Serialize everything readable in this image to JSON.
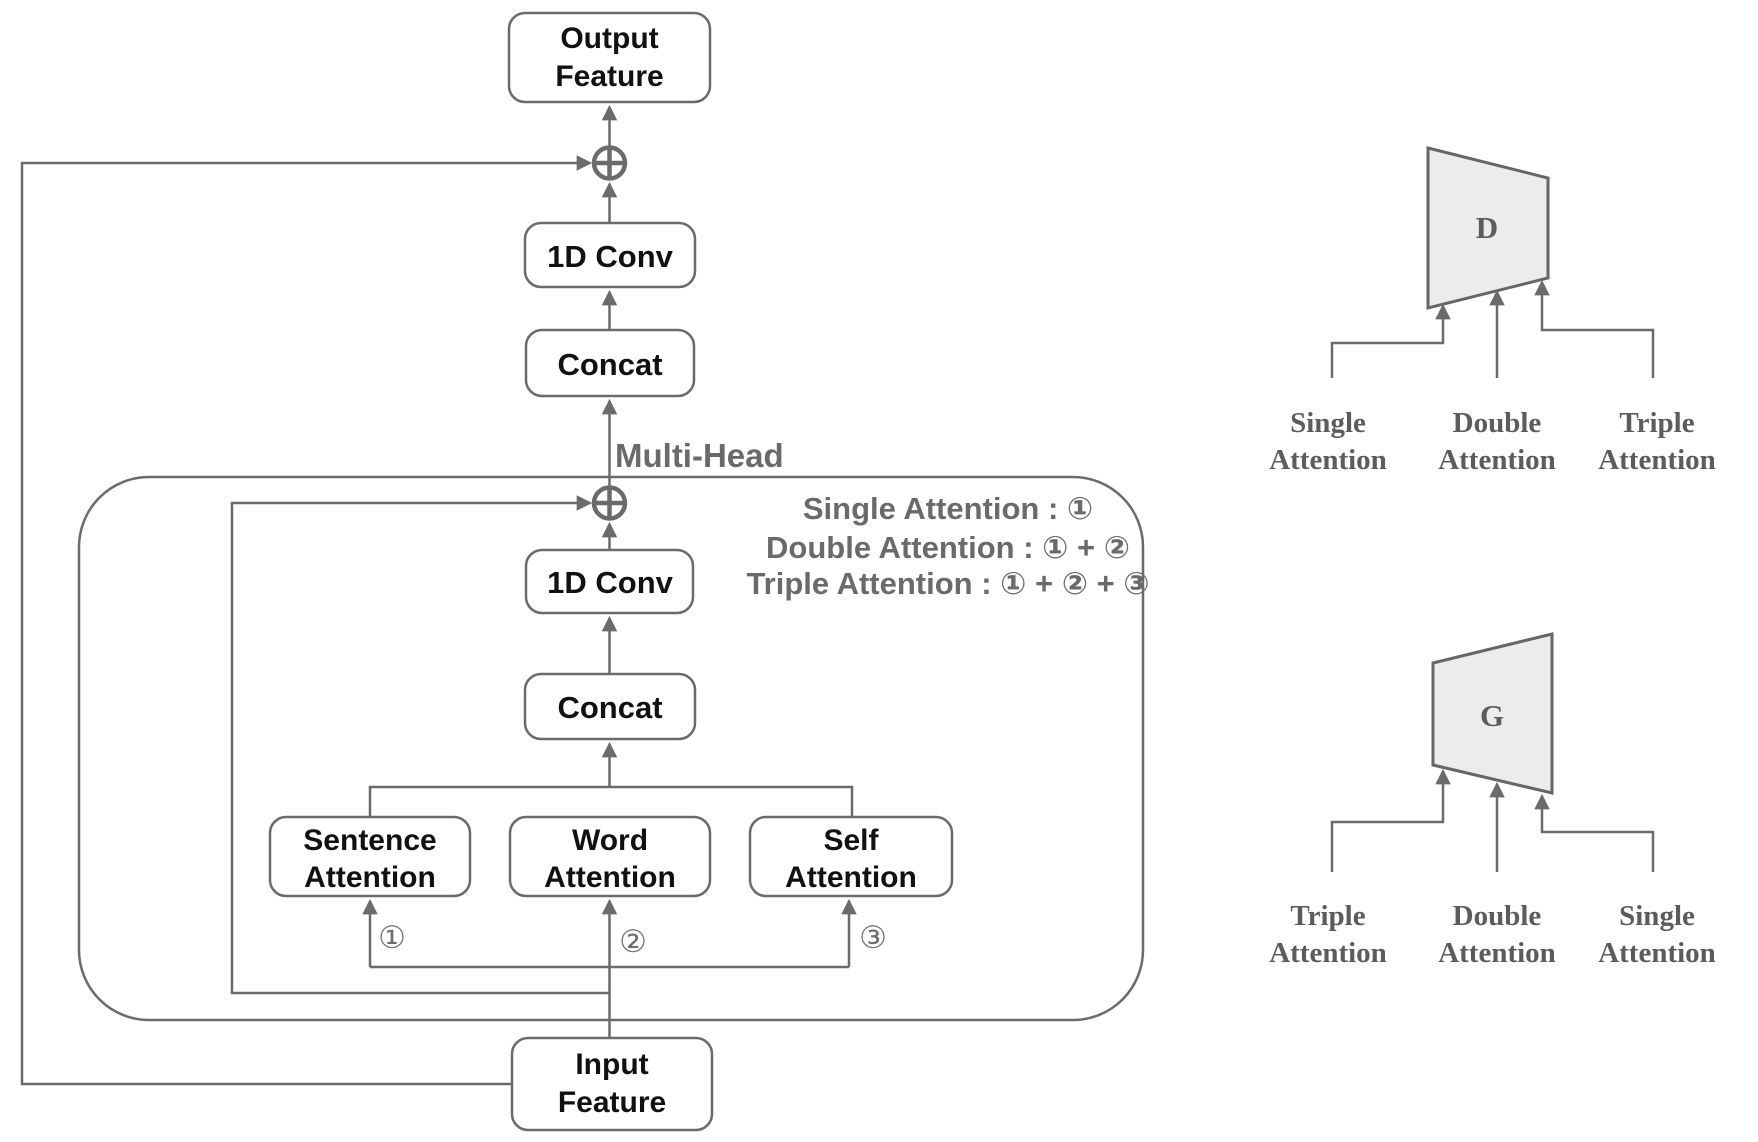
{
  "main": {
    "output_box": [
      "Output",
      "Feature"
    ],
    "top_conv": "1D Conv",
    "top_concat": "Concat",
    "multi_head": "Multi-Head",
    "legend": [
      "Single Attention : ①",
      "Double Attention : ① + ②",
      "Triple Attention : ① + ② + ③"
    ],
    "inner_conv": "1D Conv",
    "inner_concat": "Concat",
    "branches": [
      {
        "box": [
          "Sentence",
          "Attention"
        ],
        "tag": "①"
      },
      {
        "box": [
          "Word",
          "Attention"
        ],
        "tag": "②"
      },
      {
        "box": [
          "Self",
          "Attention"
        ],
        "tag": "③"
      }
    ],
    "input_box": [
      "Input",
      "Feature"
    ]
  },
  "discriminator": {
    "label": "D",
    "inputs": [
      [
        "Single",
        "Attention"
      ],
      [
        "Double",
        "Attention"
      ],
      [
        "Triple",
        "Attention"
      ]
    ]
  },
  "generator": {
    "label": "G",
    "inputs": [
      [
        "Triple",
        "Attention"
      ],
      [
        "Double",
        "Attention"
      ],
      [
        "Single",
        "Attention"
      ]
    ]
  },
  "colors": {
    "line": "#6b6b6b",
    "box_stroke": "#6b6b6b",
    "trapezoid_fill": "#ececec",
    "gray_text": "#6a6a6a",
    "serif_text": "#5c5c5c",
    "black_text": "#111111"
  }
}
